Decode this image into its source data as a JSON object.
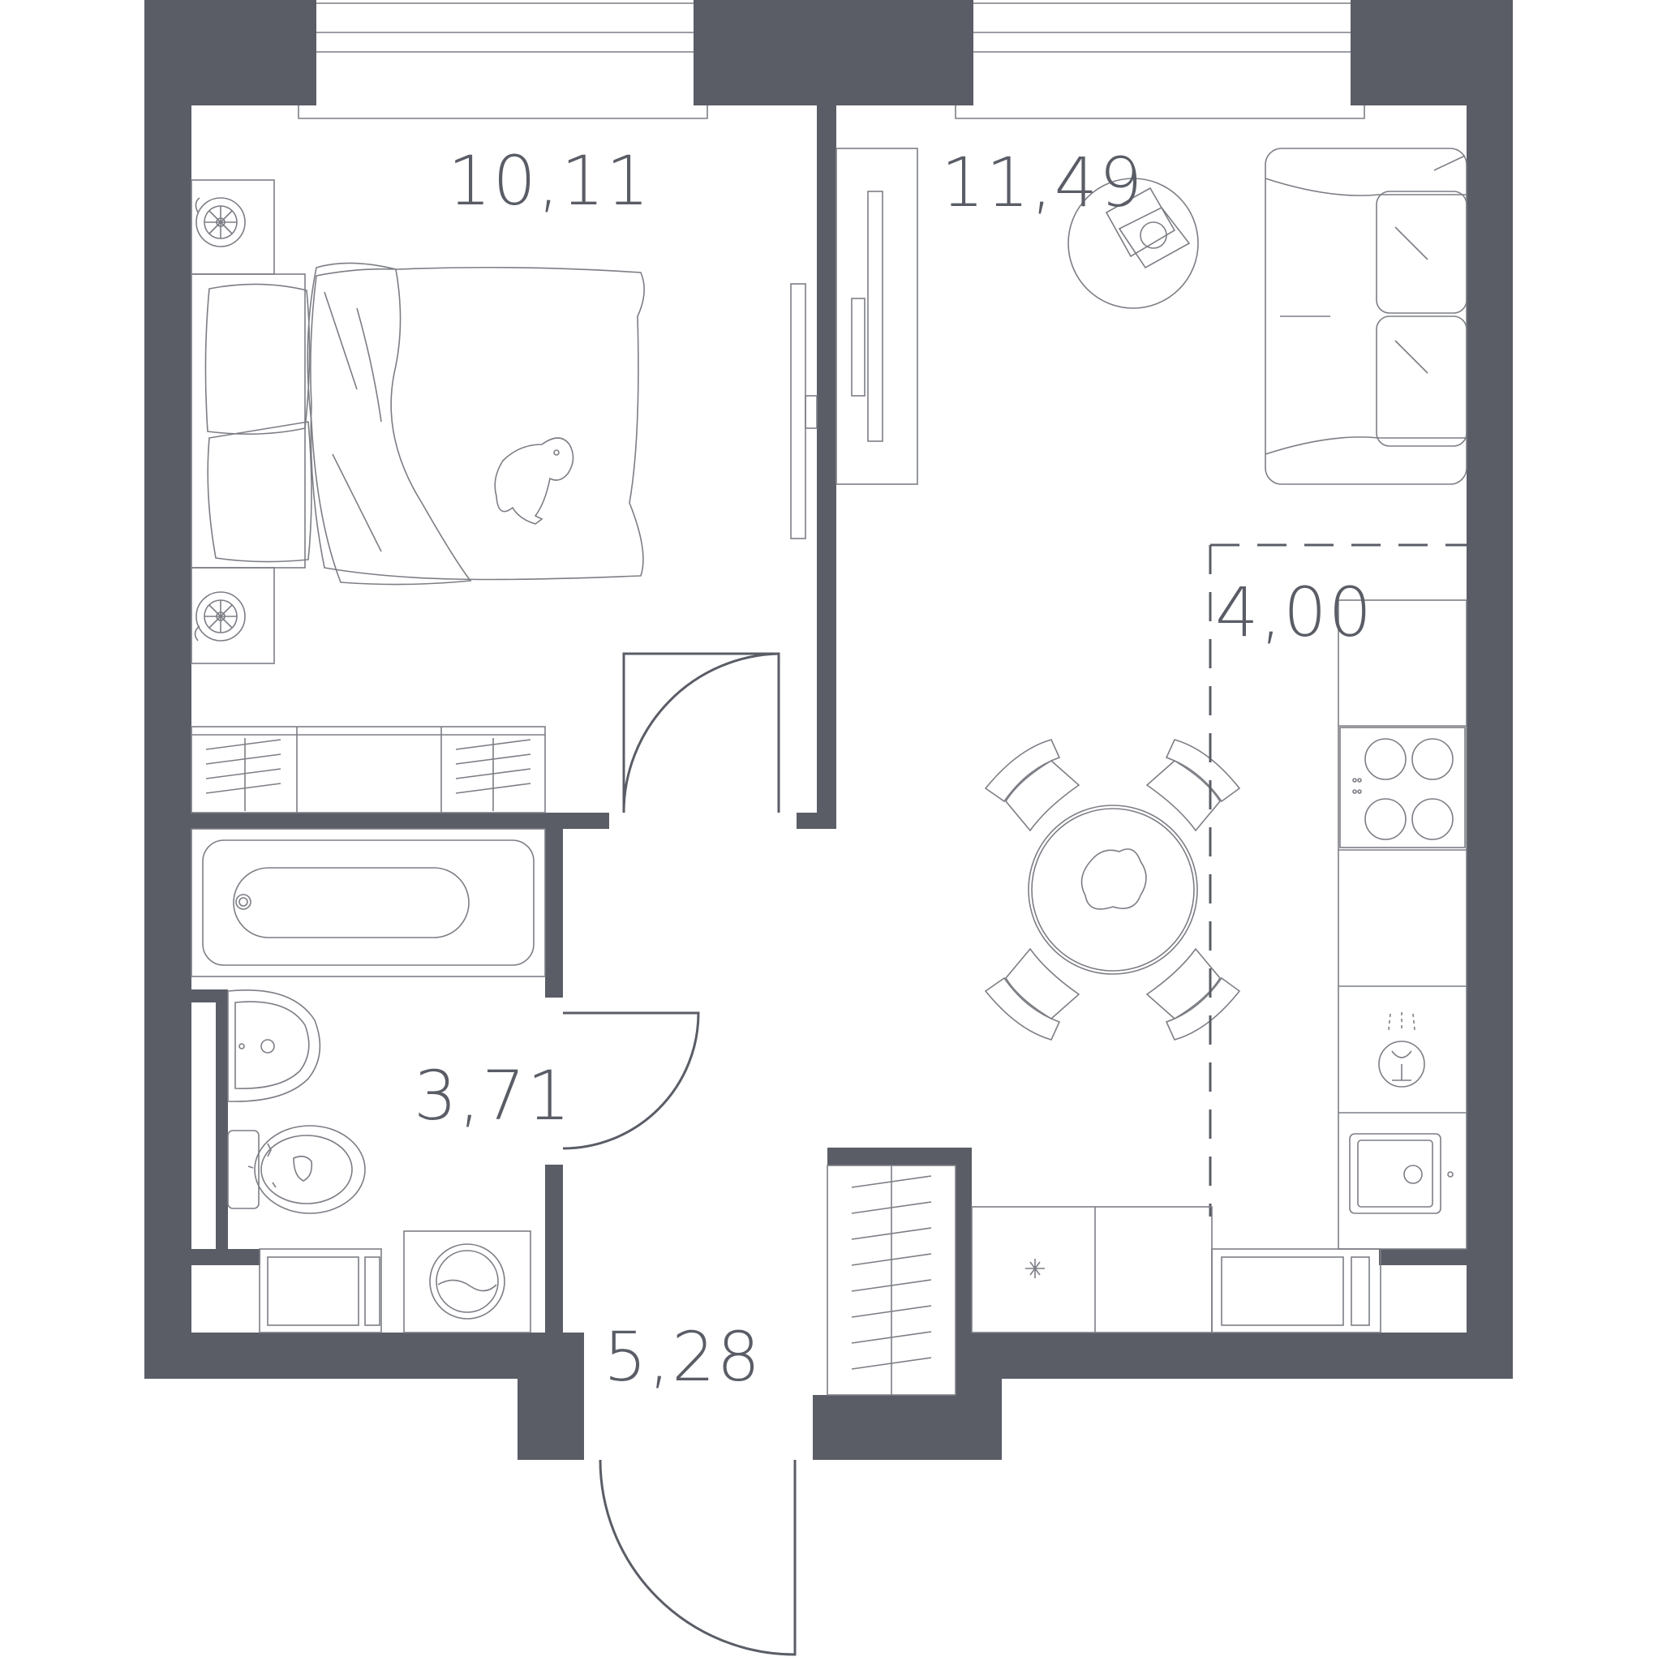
{
  "plan": {
    "wall_color": "#5a5d66",
    "rooms": [
      {
        "id": "bedroom",
        "area": "10,11"
      },
      {
        "id": "living",
        "area": "11,49"
      },
      {
        "id": "kitchen",
        "area": "4,00"
      },
      {
        "id": "bathroom",
        "area": "3,71"
      },
      {
        "id": "hall",
        "area": "5,28"
      }
    ]
  }
}
